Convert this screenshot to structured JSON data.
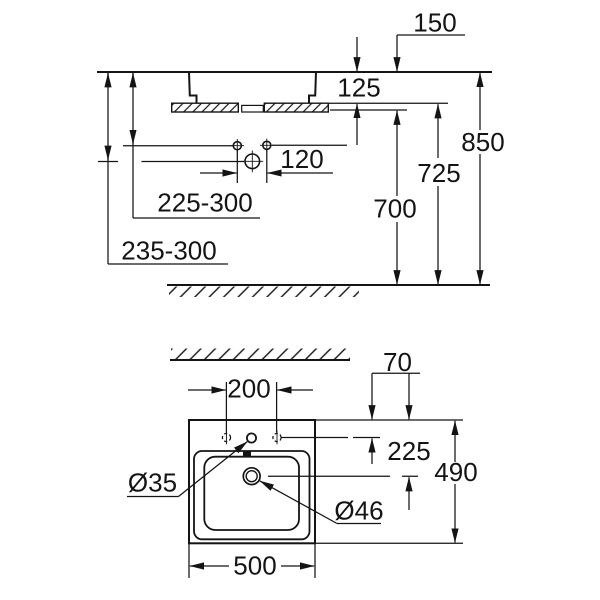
{
  "drawing": {
    "type": "technical-dimension-drawing",
    "units": "mm",
    "line_color": "#141414",
    "background": "#ffffff",
    "side_elevation": {
      "labels": {
        "wall_offset": "150",
        "rim_above_counter": "125",
        "rim_height": "850",
        "counter_top_height": "725",
        "counter_underside_height": "700",
        "hole_spacing": "120",
        "upper_range": "225-300",
        "lower_range": "235-300"
      }
    },
    "plan_view": {
      "labels": {
        "hole_to_rear": "70",
        "drain_to_rear": "225",
        "depth": "490",
        "hole_pitch": "200",
        "width": "500",
        "tap_hole_diameter": "Ø35",
        "drain_diameter": "Ø46"
      }
    }
  }
}
